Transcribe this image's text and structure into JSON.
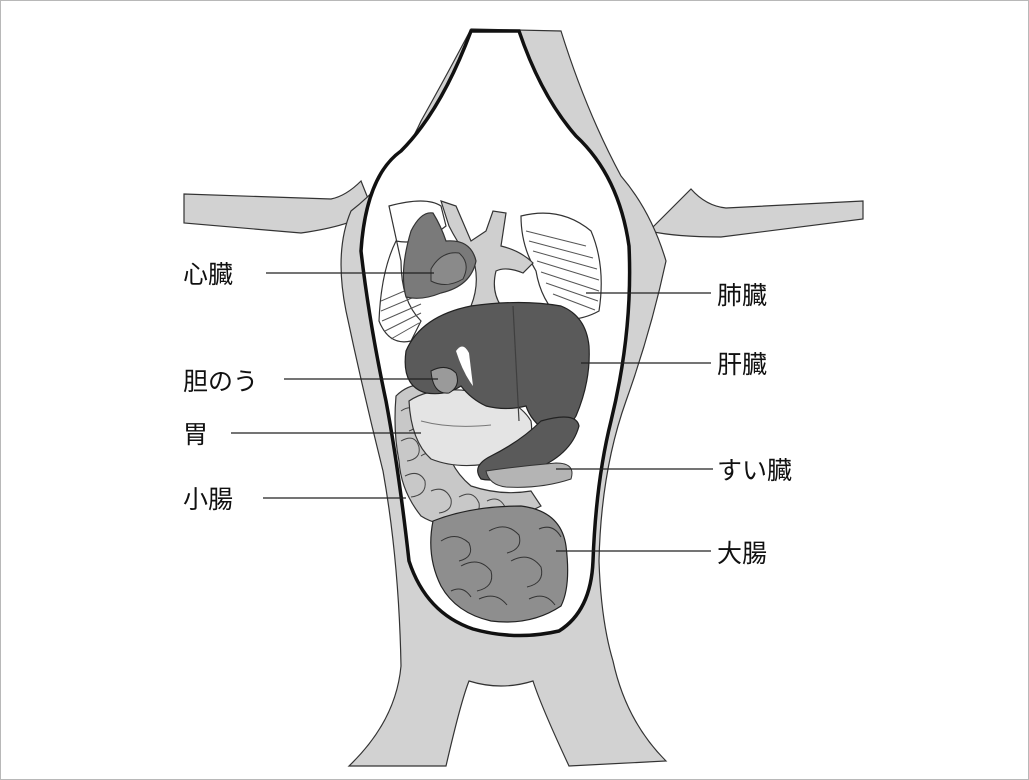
{
  "diagram": {
    "labels": {
      "heart": "心臓",
      "lungs": "肺臓",
      "gallbladder": "胆のう",
      "liver": "肝臓",
      "stomach": "胃",
      "pancreas": "すい臓",
      "small_intestine": "小腸",
      "large_intestine": "大腸"
    },
    "colors": {
      "body_fill": "#d2d2d2",
      "cavity_fill": "#ffffff",
      "outline": "#1a1a1a",
      "heart": "#7a7a7a",
      "liver": "#5a5a5a",
      "stomach": "#e4e4e4",
      "small_intestine": "#c8c8c8",
      "large_intestine": "#8e8e8e",
      "gallbladder": "#9a9a9a",
      "trachea": "#cfcfcf"
    }
  }
}
